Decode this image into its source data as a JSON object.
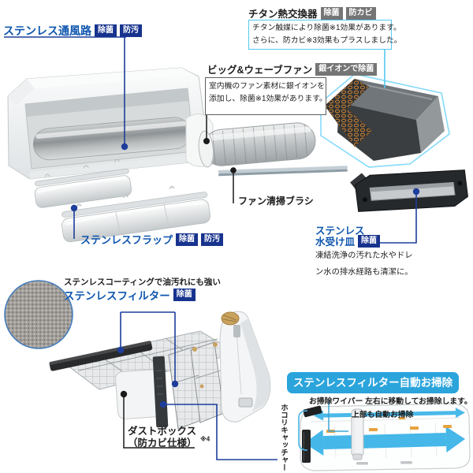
{
  "diagram_type": "air-conditioner-feature-diagram",
  "sections": {
    "airpath": {
      "title": "ステンレス通風路",
      "badge1": "除菌",
      "badge2": "防汚"
    },
    "titan": {
      "title": "チタン熱交換器",
      "badge1": "除菌",
      "badge2": "防カビ",
      "desc1": "チタン触媒により除菌※1効果があります。",
      "desc2": "さらに、防カビ※3効果もプラスしました。"
    },
    "fan": {
      "title": "ビッグ&ウェーブファン",
      "badge": "銀イオンで除菌",
      "desc1": "室内機のファン素材に銀イオンを",
      "desc2": "添加し、除菌※1効果があります。"
    },
    "brush": {
      "label": "ファン清掃ブラシ"
    },
    "flap": {
      "title": "ステンレスフラップ",
      "badge1": "除菌",
      "badge2": "防汚"
    },
    "drainpan": {
      "title1": "ステンレス",
      "title2": "水受け皿",
      "badge": "除菌",
      "desc1": "凍結洗浄の汚れた水やドレ",
      "desc2": "ン水の排水経路も清潔に。"
    },
    "filter": {
      "lead": "ステンレスコーティングで油汚れにも強い",
      "title": "ステンレスフィルター",
      "badge": "除菌"
    },
    "dustbox": {
      "label1": "ダストボックス",
      "label2": "（防カビ仕様）",
      "note": "※4"
    },
    "autoclean": {
      "title": "ステンレスフィルター自動お掃除",
      "desc": "お掃除ワイパー 左右に移動してお掃除します。",
      "top": "上部も自動お掃除",
      "side": "ホコリキャッチャー"
    }
  },
  "colors": {
    "label_blue": "#0d55ae",
    "badge_navy": "#17338e",
    "badge_gray": "#757575",
    "box_border_lightblue": "#55c9f2",
    "connector_navy": "#1d3e9b",
    "autoclean_badge_blue": "#2ba4dc",
    "arrow_blue": "#45b7e9",
    "coil_copper": "#c07c33"
  }
}
